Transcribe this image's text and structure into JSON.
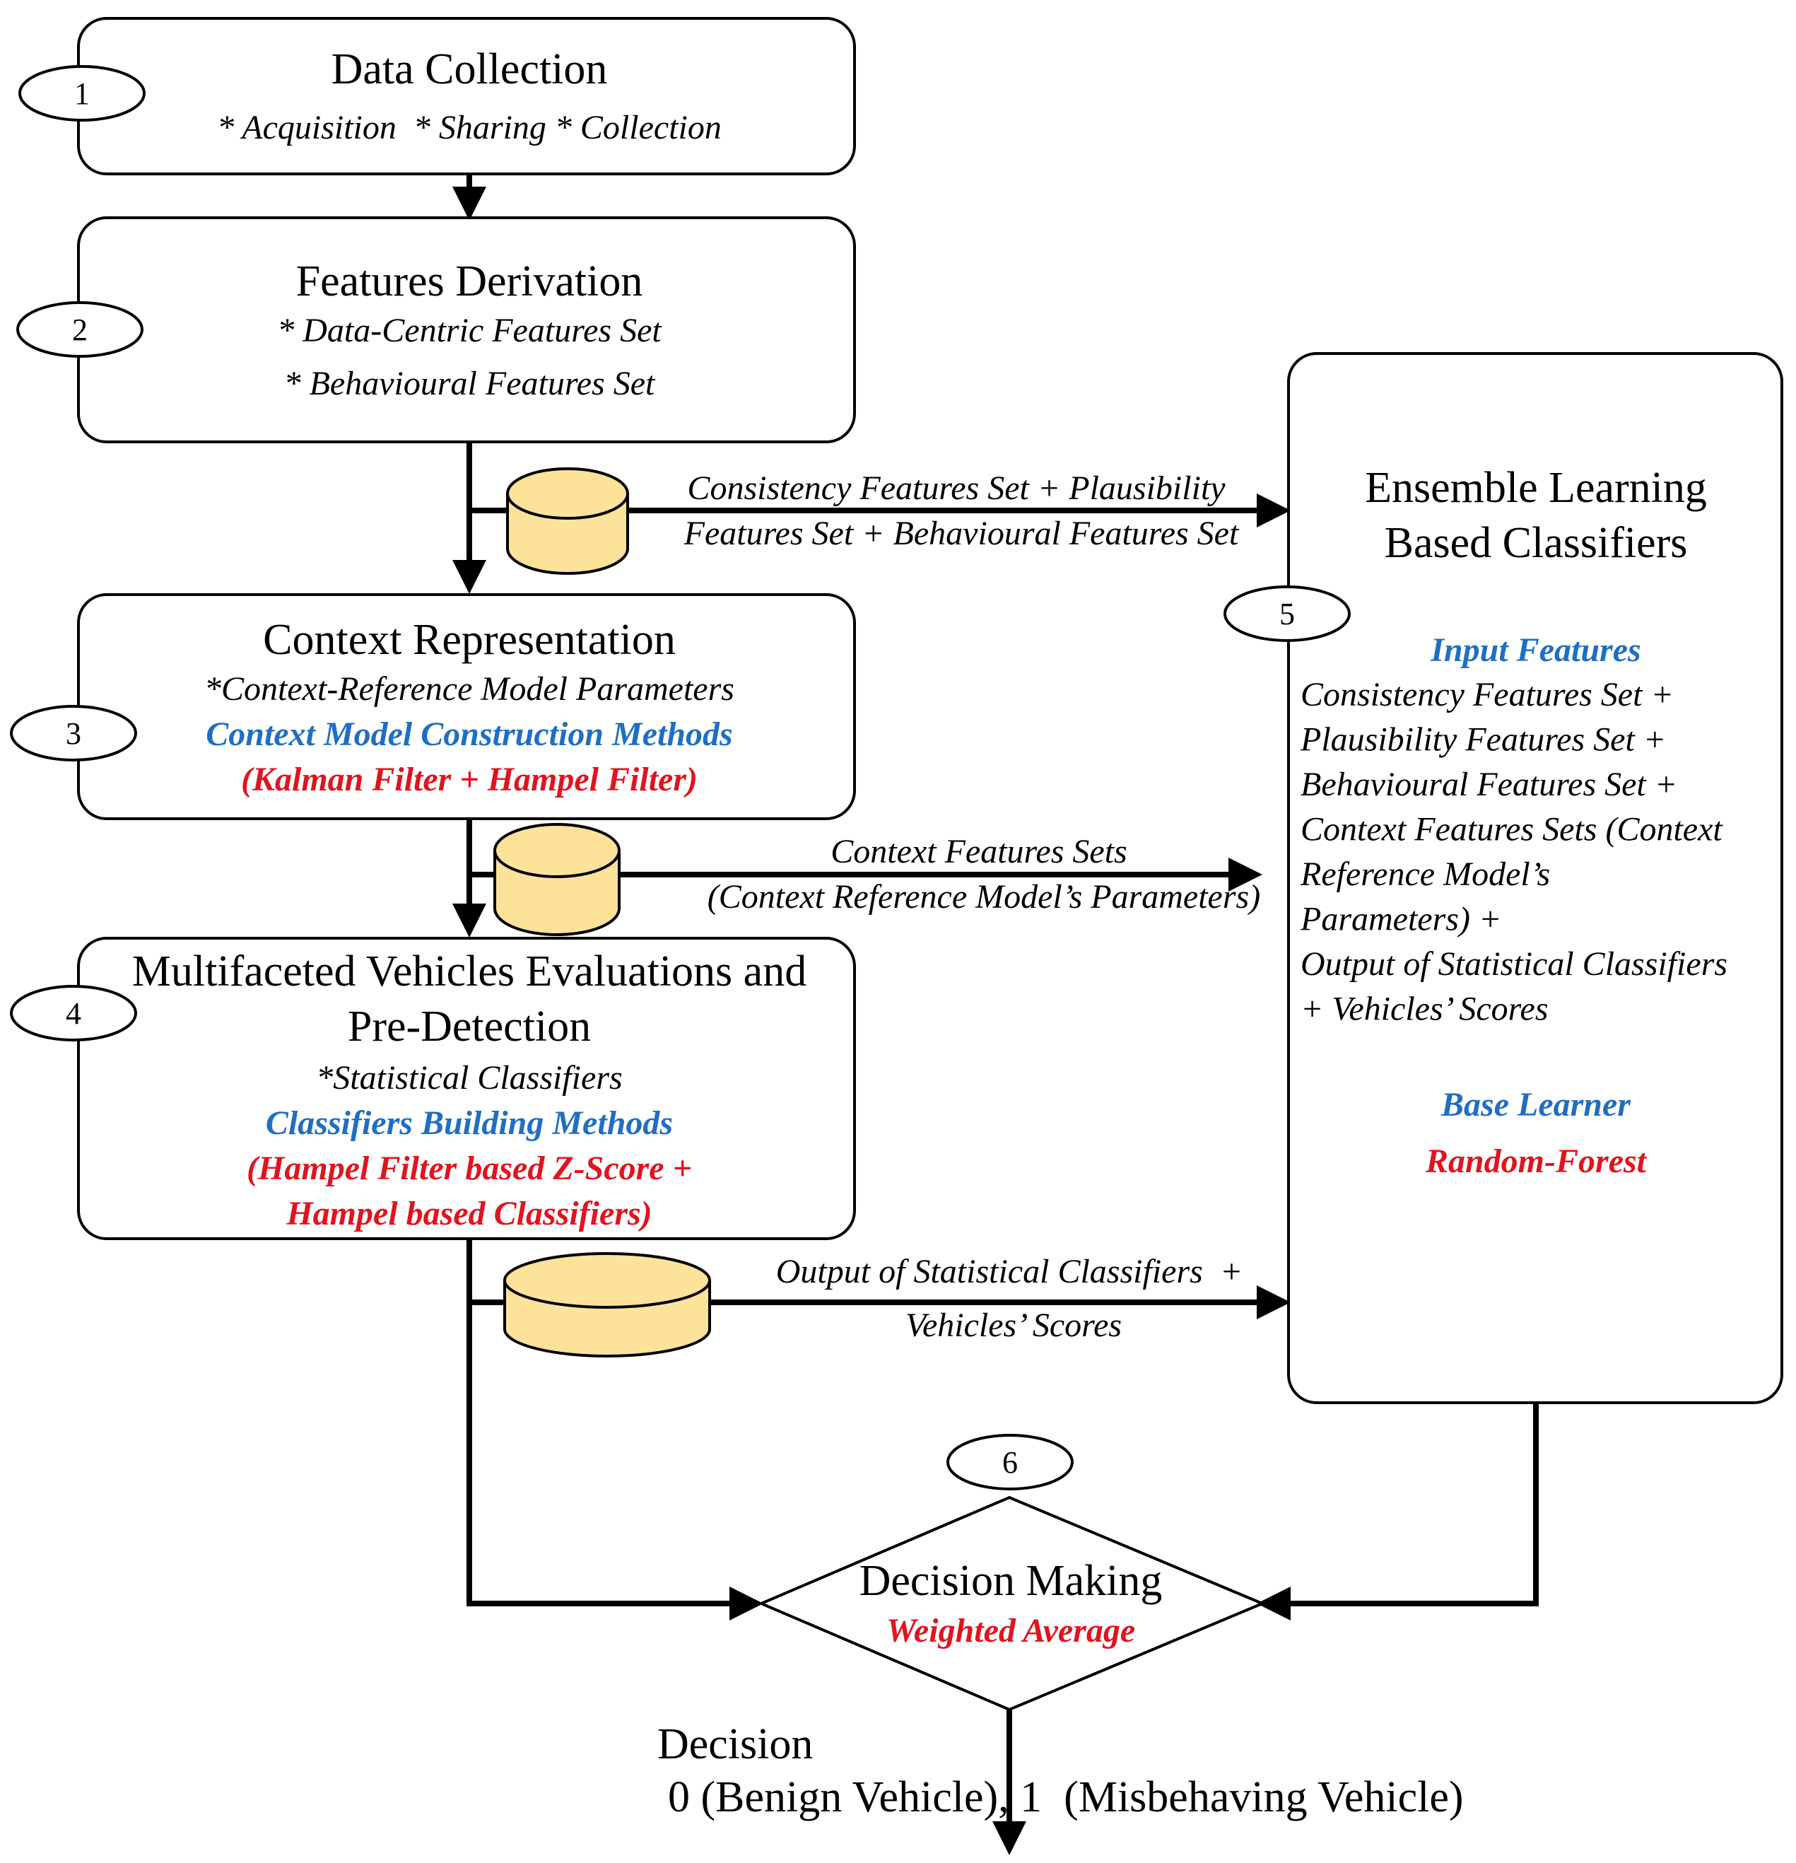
{
  "box1": {
    "number": "1",
    "title": "Data Collection",
    "items": "* Acquisition  * Sharing * Collection"
  },
  "box2": {
    "number": "2",
    "title": "Features Derivation",
    "item1": "* Data-Centric Features Set",
    "item2": "* Behavioural Features Set"
  },
  "box3": {
    "number": "3",
    "title": "Context Representation",
    "item1": "*Context-Reference Model Parameters",
    "methods_heading": "Context Model Construction Methods",
    "methods": "(Kalman Filter + Hampel Filter)"
  },
  "box4": {
    "number": "4",
    "title_line1": "Multifaceted Vehicles Evaluations and",
    "title_line2": "Pre-Detection",
    "item1": "*Statistical Classifiers",
    "methods_heading": "Classifiers Building Methods",
    "methods_line1": "(Hampel Filter based Z-Score +",
    "methods_line2": "Hampel based Classifiers)"
  },
  "box5": {
    "number": "5",
    "title_line1": "Ensemble Learning",
    "title_line2": "Based Classifiers",
    "input_heading": "Input Features",
    "input_lines": [
      "Consistency Features Set +",
      "Plausibility Features Set +",
      "Behavioural Features Set +",
      "Context Features Sets (Context",
      "Reference Model’s",
      "Parameters) +",
      "Output of Statistical Classifiers",
      "+ Vehicles’ Scores"
    ],
    "base_heading": "Base Learner",
    "base_value": "Random-Forest"
  },
  "decision_node": {
    "number": "6",
    "title": "Decision Making",
    "method": "Weighted Average"
  },
  "flows": {
    "flow1_line1": "Consistency Features Set + Plausibility",
    "flow1_line2": "Features Set + Behavioural Features Set",
    "flow2_line1": "Context Features Sets",
    "flow2_line2": "(Context Reference Model’s Parameters)",
    "flow3_line1": "Output of Statistical Classifiers  +",
    "flow3_line2": "Vehicles’ Scores"
  },
  "output": {
    "label": "Decision",
    "values": "0 (Benign Vehicle), 1  (Misbehaving Vehicle)"
  },
  "colors": {
    "heading_blue": "#1f6fc1",
    "method_red": "#e0141e",
    "database_fill": "#fde29a"
  }
}
